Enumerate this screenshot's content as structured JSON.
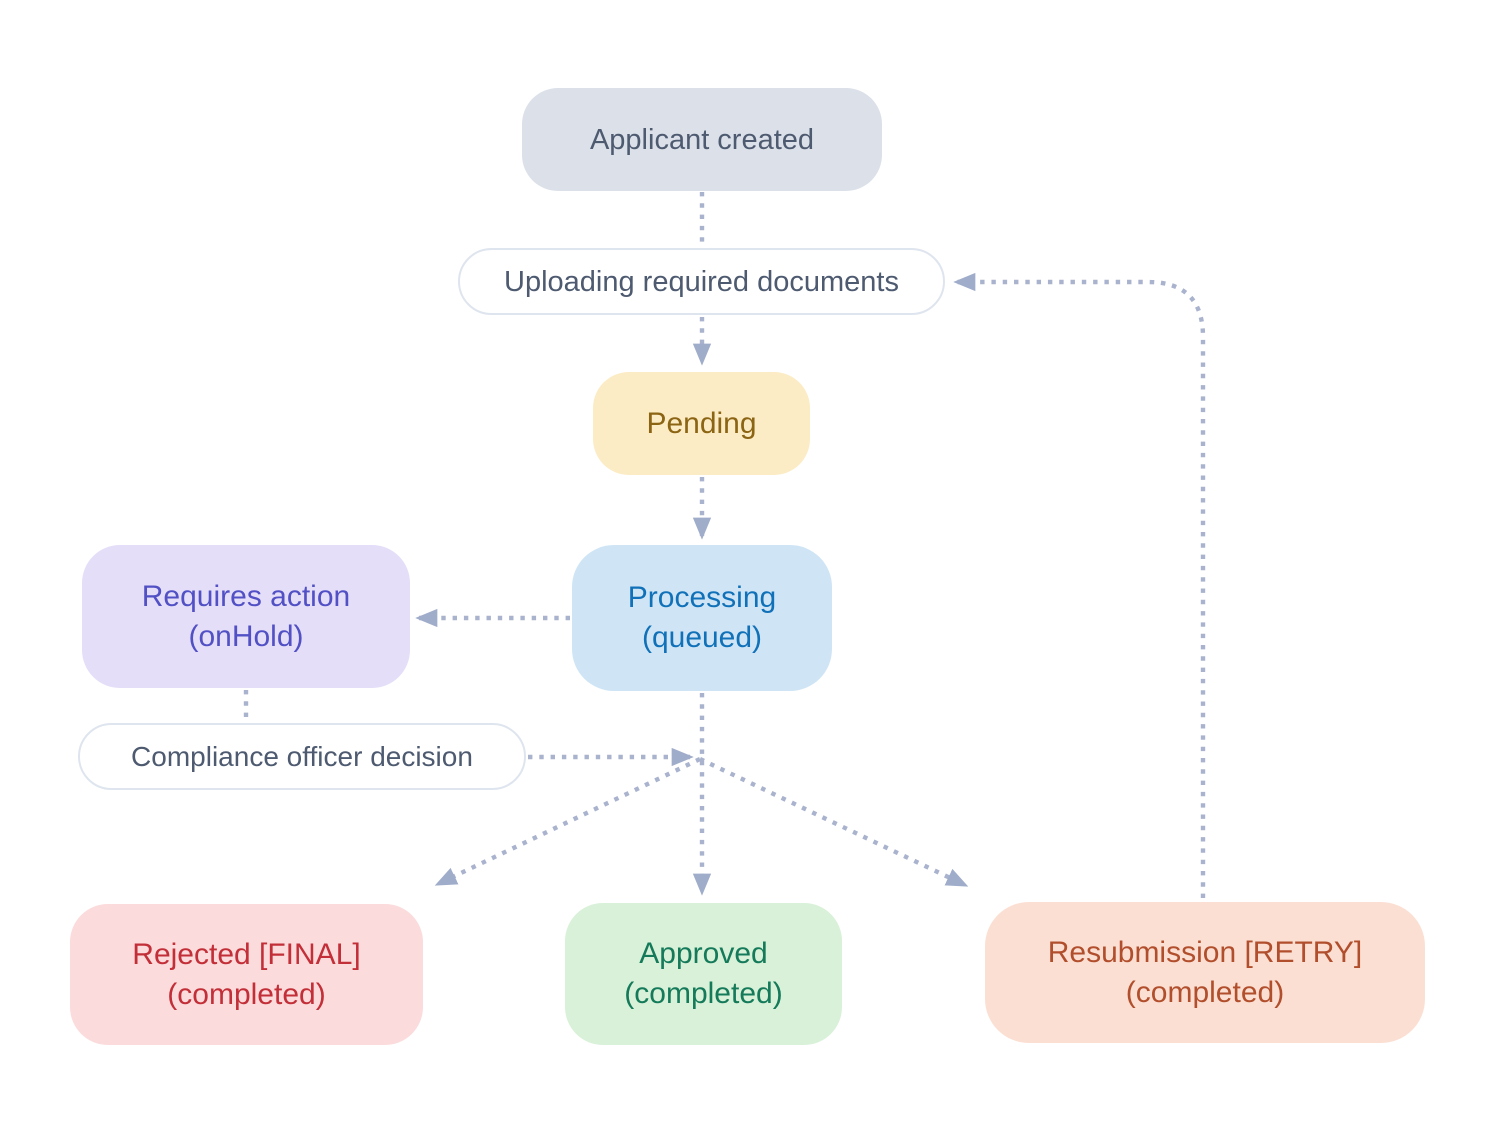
{
  "diagram": {
    "type": "flowchart",
    "connector_style": "dotted",
    "connector_color": "#a9b3ce",
    "arrowhead_color": "#a0adca",
    "background": "#ffffff"
  },
  "nodes": {
    "applicant": {
      "label": "Applicant created",
      "bg": "#dce1e9",
      "fg": "#4d5a70",
      "shape": "rounded-rect"
    },
    "uploading": {
      "label": "Uploading required documents",
      "bg": "#ffffff",
      "fg": "#4d5a70",
      "border": "#dfe5ee",
      "shape": "pill"
    },
    "pending": {
      "label": "Pending",
      "bg": "#fcecc5",
      "fg": "#8b6414",
      "shape": "rounded-rect"
    },
    "requires_action": {
      "line1": "Requires action",
      "line2": "(onHold)",
      "bg": "#e4def9",
      "fg": "#5150c4",
      "shape": "rounded-rect"
    },
    "processing": {
      "line1": "Processing",
      "line2": "(queued)",
      "bg": "#cfe5f6",
      "fg": "#1171b8",
      "shape": "rounded-rect"
    },
    "compliance": {
      "label": "Compliance officer decision",
      "bg": "#ffffff",
      "fg": "#4d5a70",
      "border": "#dfe5ee",
      "shape": "pill"
    },
    "rejected": {
      "line1": "Rejected [FINAL]",
      "line2": "(completed)",
      "bg": "#fbdbdb",
      "fg": "#c32f38",
      "shape": "rounded-rect"
    },
    "approved": {
      "line1": "Approved",
      "line2": "(completed)",
      "bg": "#d8f1d8",
      "fg": "#147a5a",
      "shape": "rounded-rect"
    },
    "resubmission": {
      "line1": "Resubmission [RETRY]",
      "line2": "(completed)",
      "bg": "#fcdfd3",
      "fg": "#b14f2d",
      "shape": "rounded-rect"
    }
  },
  "edges": [
    {
      "from": "applicant",
      "to": "uploading",
      "style": "dotted",
      "arrow": false
    },
    {
      "from": "uploading",
      "to": "pending",
      "style": "dotted",
      "arrow": true
    },
    {
      "from": "pending",
      "to": "processing",
      "style": "dotted",
      "arrow": true
    },
    {
      "from": "processing",
      "to": "requires_action",
      "style": "dotted",
      "arrow": true
    },
    {
      "from": "requires_action",
      "to": "compliance",
      "style": "dotted",
      "arrow": false
    },
    {
      "from": "compliance",
      "to": "decision_junction",
      "style": "dotted",
      "arrow": true
    },
    {
      "from": "processing",
      "to": "approved",
      "style": "dotted",
      "arrow": true,
      "via": "decision_junction"
    },
    {
      "from": "decision_junction",
      "to": "rejected",
      "style": "dotted",
      "arrow": true
    },
    {
      "from": "decision_junction",
      "to": "resubmission",
      "style": "dotted",
      "arrow": true
    },
    {
      "from": "resubmission",
      "to": "uploading",
      "style": "dotted",
      "arrow": true,
      "via": "right-side loop"
    }
  ]
}
